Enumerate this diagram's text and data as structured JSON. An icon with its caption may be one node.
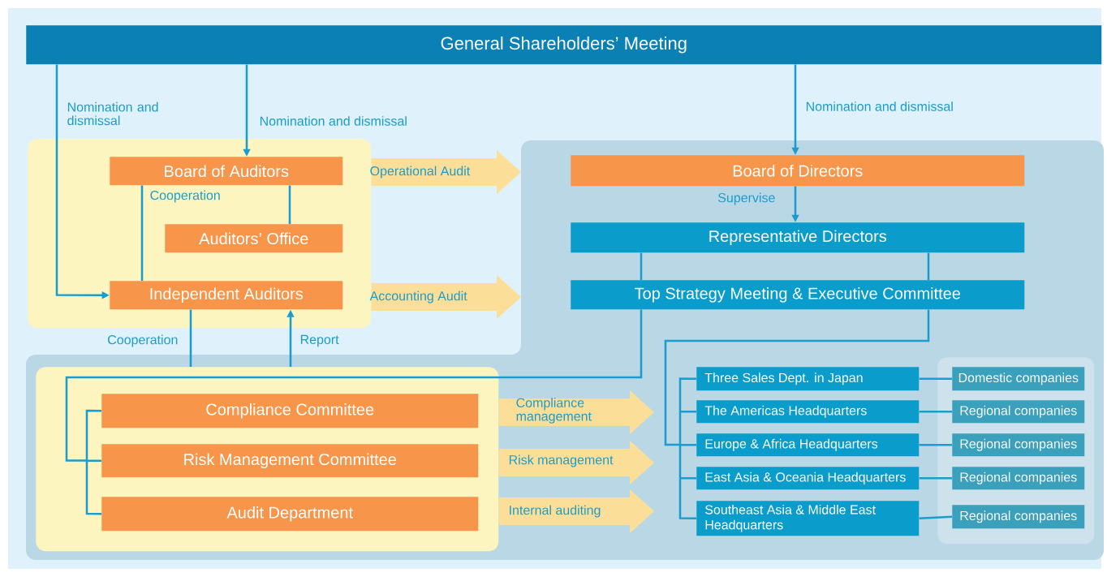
{
  "diagram": {
    "nodes": [
      {
        "text": [
          "General Shareholders’ Meeting"
        ]
      },
      {
        "text": [],
        "shape": "box"
      },
      {
        "text": [
          "Board of Auditors"
        ],
        "in": 1
      },
      {
        "text": [
          "Auditors’ Office"
        ],
        "in": 1
      },
      {
        "text": [
          "Independent Auditors"
        ],
        "in": 1
      },
      {
        "text": [],
        "shape": "box"
      },
      {
        "text": [
          "Board of Directors"
        ],
        "in": 5
      },
      {
        "text": [
          "Representative Directors"
        ],
        "in": 5
      },
      {
        "text": [
          "Top Strategy Meeting & Executive Committee"
        ],
        "in": 5
      },
      {
        "text": [],
        "shape": "box",
        "in": 5
      },
      {
        "text": [
          "Compliance Committee"
        ],
        "in": 9
      },
      {
        "text": [
          "Risk Management Committee"
        ],
        "in": 9
      },
      {
        "text": [
          "Audit Department"
        ],
        "in": 9
      },
      {
        "text": [
          "Three Sales Dept. in Japan"
        ],
        "in": 5
      },
      {
        "text": [
          "The Americas Headquarters"
        ],
        "in": 5
      },
      {
        "text": [
          "Europe & Africa Headquarters"
        ],
        "in": 5
      },
      {
        "text": [
          "East Asia & Oceania Headquarters"
        ],
        "in": 5
      },
      {
        "text": [
          "Southeast Asia & Middle East Headquarters"
        ],
        "in": 5
      },
      {
        "text": [],
        "shape": "box",
        "in": 5
      },
      {
        "text": [
          "Domestic companies"
        ],
        "in": 18
      },
      {
        "text": [
          "Regional companies"
        ],
        "in": 18
      },
      {
        "text": [
          "Regional companies"
        ],
        "in": 18
      },
      {
        "text": [
          "Regional companies"
        ],
        "in": 18
      },
      {
        "text": [
          "Regional companies"
        ],
        "in": 18
      }
    ],
    "edges": [
      {
        "from": 0,
        "to": 4,
        "arrow": "to",
        "label": "Nomination and dismissal"
      },
      {
        "from": 0,
        "to": 2,
        "arrow": "to",
        "label": "Nomination and dismissal"
      },
      {
        "from": 0,
        "to": 6,
        "arrow": "to",
        "label": "Nomination and dismissal"
      },
      {
        "from": 2,
        "to": 4,
        "arrow": "none",
        "label": "Cooperation"
      },
      {
        "from": 2,
        "to": 3,
        "arrow": "none"
      },
      {
        "from": 6,
        "to": 7,
        "arrow": "to",
        "label": "Supervise"
      },
      {
        "from": 7,
        "to": 8,
        "arrow": "none"
      },
      {
        "from": 7,
        "to": 8,
        "arrow": "none"
      },
      {
        "from": 4,
        "to": 9,
        "arrow": "none",
        "label": "Cooperation"
      },
      {
        "from": 9,
        "to": 4,
        "arrow": "to",
        "label": "Report"
      },
      {
        "from": 8,
        "to": 10,
        "arrow": "none"
      },
      {
        "from": 8,
        "to": 11,
        "arrow": "none"
      },
      {
        "from": 8,
        "to": 12,
        "arrow": "none"
      },
      {
        "from": 8,
        "to": 13,
        "arrow": "none"
      },
      {
        "from": 8,
        "to": 14,
        "arrow": "none"
      },
      {
        "from": 8,
        "to": 15,
        "arrow": "none"
      },
      {
        "from": 8,
        "to": 16,
        "arrow": "none"
      },
      {
        "from": 8,
        "to": 17,
        "arrow": "none"
      },
      {
        "from": 13,
        "to": 19,
        "arrow": "none"
      },
      {
        "from": 14,
        "to": 20,
        "arrow": "none"
      },
      {
        "from": 15,
        "to": 21,
        "arrow": "none"
      },
      {
        "from": 16,
        "to": 22,
        "arrow": "none"
      },
      {
        "from": 17,
        "to": 23,
        "arrow": "none"
      },
      {
        "from": 1,
        "to": 5,
        "arrow": "to",
        "label": "Operational Audit",
        "style": "thick",
        "color": "#fbd889"
      },
      {
        "from": 1,
        "to": 5,
        "arrow": "to",
        "label": "Accounting Audit",
        "style": "thick",
        "color": "#fbd889"
      },
      {
        "from": 9,
        "to": null,
        "arrow": "to",
        "label": "Compliance management",
        "style": "thick",
        "color": "#fbd889"
      },
      {
        "from": 9,
        "to": null,
        "arrow": "to",
        "label": "Risk management",
        "style": "thick",
        "color": "#fbd889"
      },
      {
        "from": 9,
        "to": null,
        "arrow": "to",
        "label": "Internal auditing",
        "style": "thick",
        "color": "#fbd889"
      }
    ]
  }
}
